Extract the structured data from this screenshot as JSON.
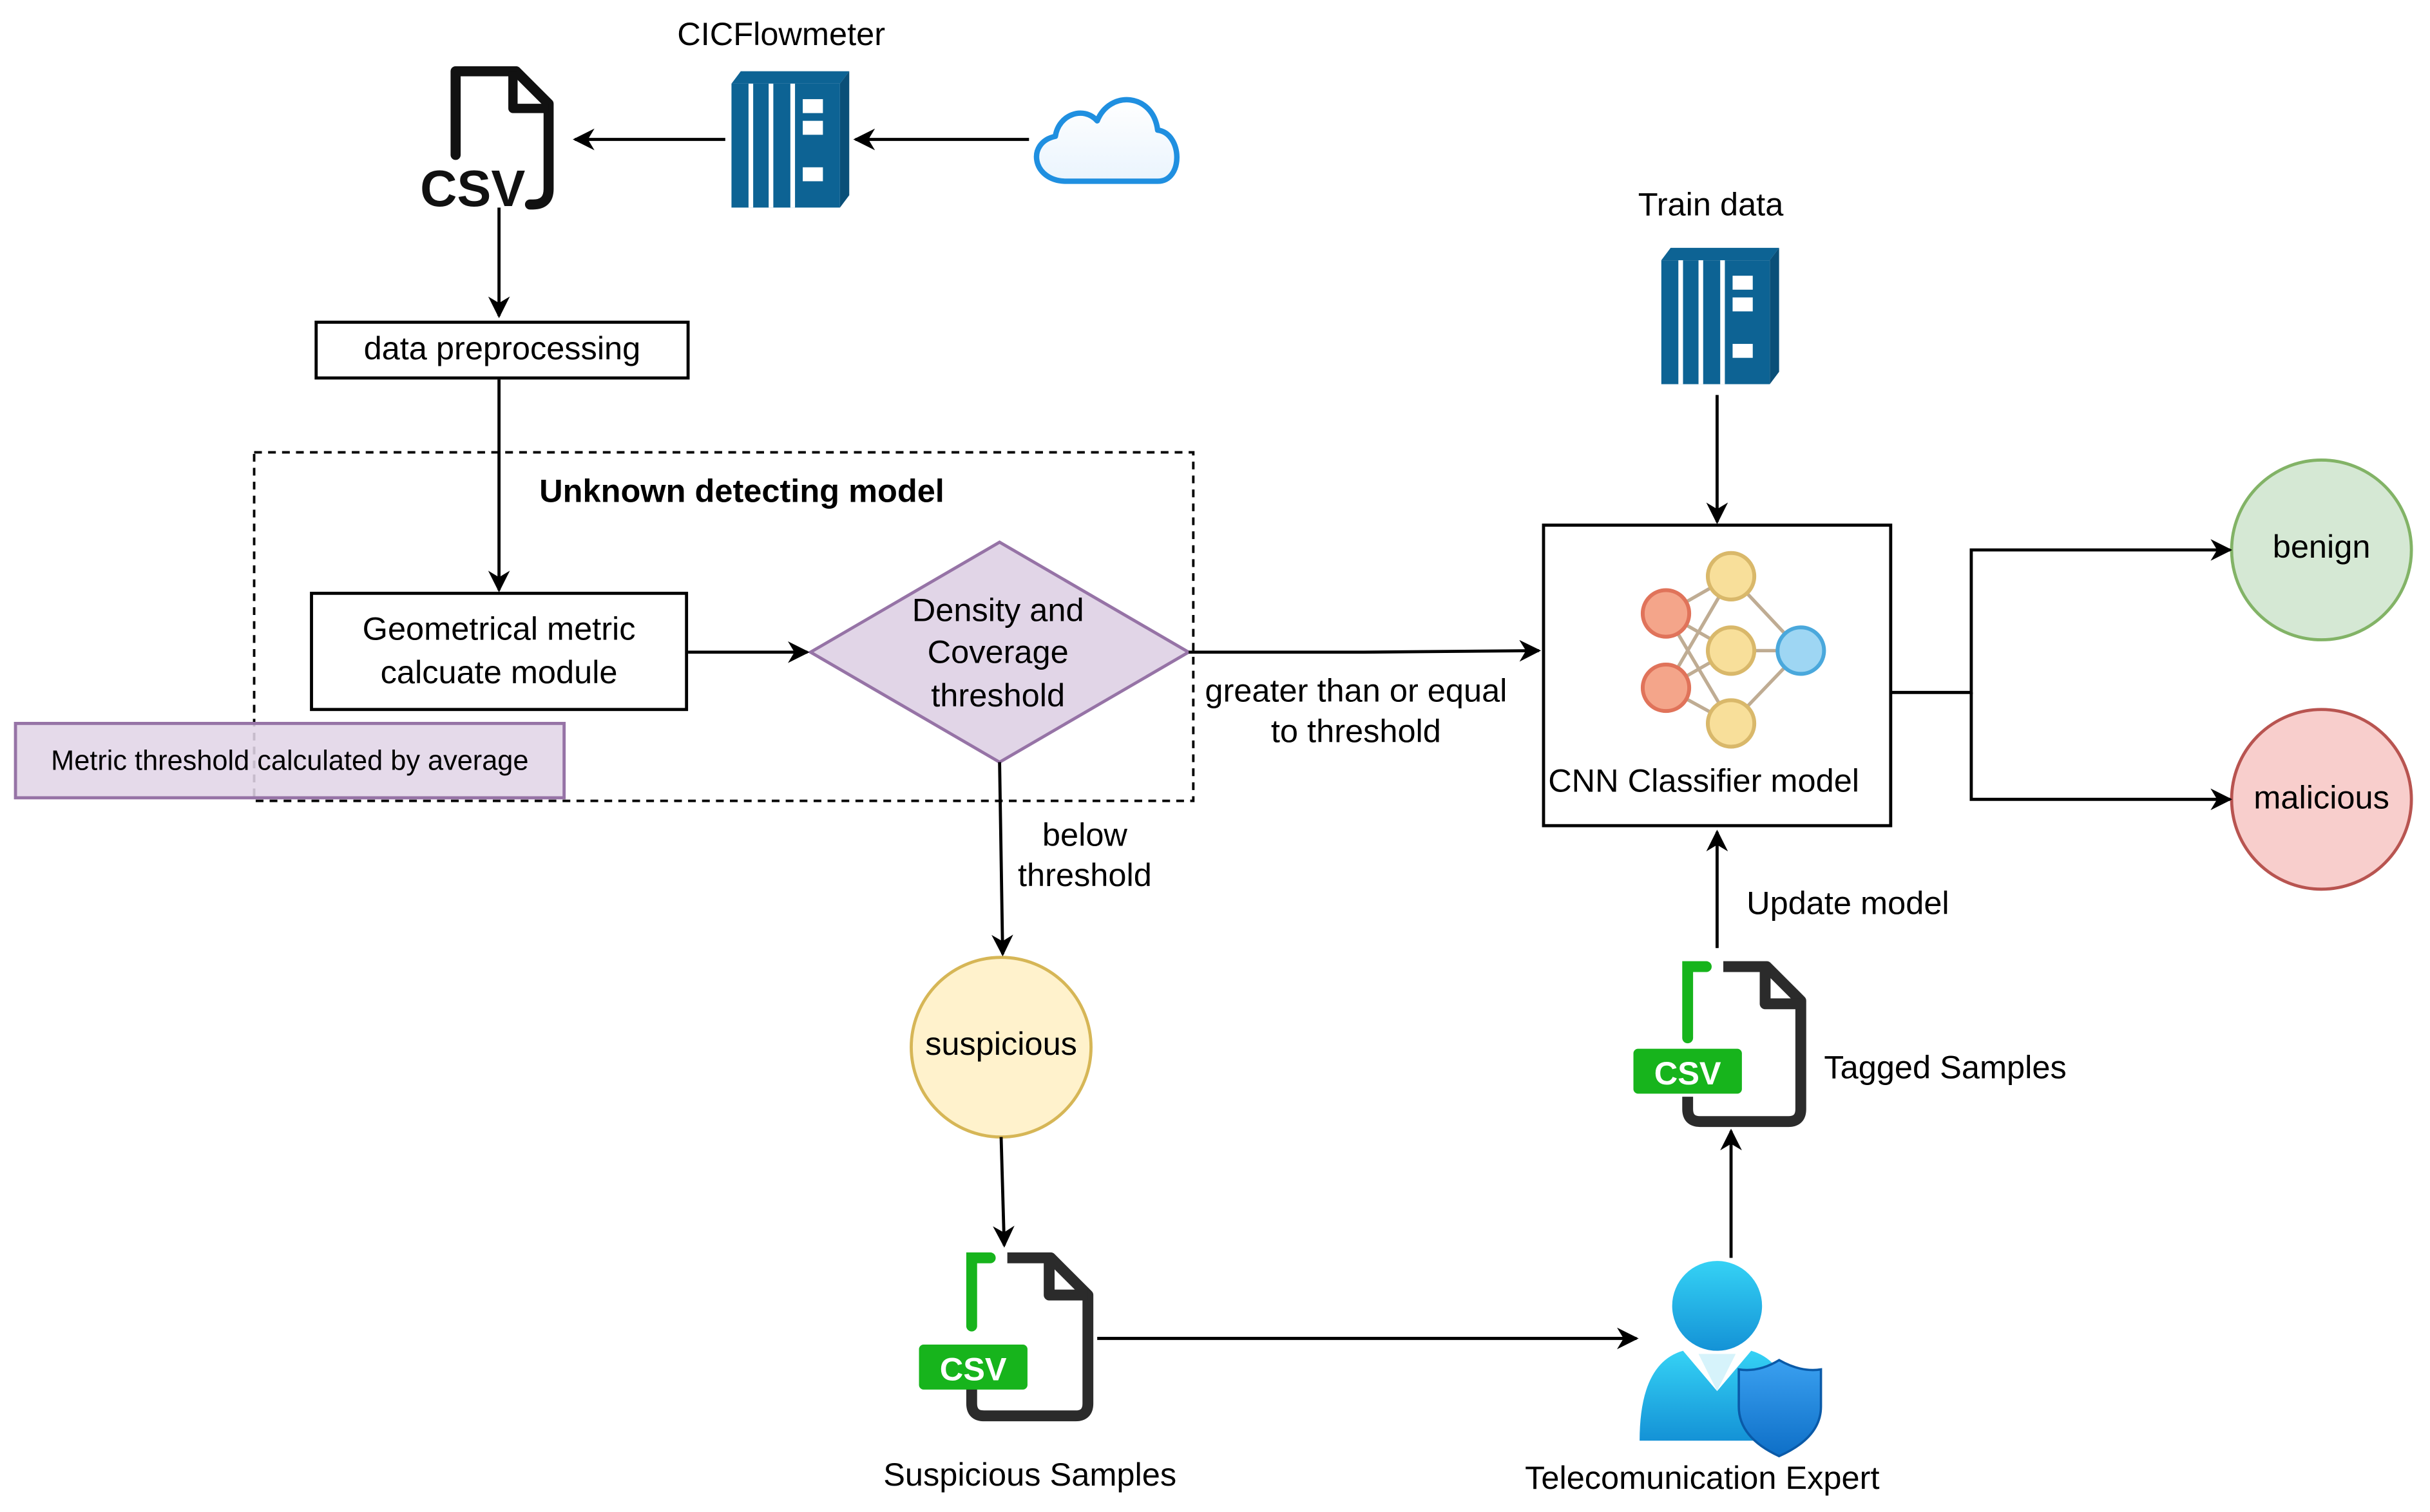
{
  "labels": {
    "cicflowmeter": "CICFlowmeter",
    "train_data": "Train data",
    "data_preprocessing": "data preprocessing",
    "unknown_model": "Unknown detecting model",
    "geometrical_module": "Geometrical metric calcuate module",
    "density_threshold": "Density and Coverage threshold",
    "metric_threshold": "Metric threshold calculated by average",
    "greater_equal": "greater than or equal to threshold",
    "below_threshold": "below threshold",
    "cnn_classifier": "CNN Classifier model",
    "benign": "benign",
    "malicious": "malicious",
    "update_model": "Update model",
    "tagged_samples": "Tagged Samples",
    "suspicious": "suspicious",
    "suspicious_samples": "Suspicious Samples",
    "telecom_expert": "Telecomunication Expert",
    "csv_file_text": "CSV",
    "csv_badge_text": "CSV"
  },
  "icons": {
    "cloud": "cloud-icon",
    "server": "server-icon",
    "csv_file": "csv-file-icon",
    "neural_network": "neural-network-icon",
    "expert": "expert-user-icon",
    "shield": "shield-icon"
  },
  "colors": {
    "server_blue": "#0d6394",
    "cloud_blue": "#1f8fe0",
    "diamond_fill": "#e1d5e7",
    "diamond_stroke": "#9673a6",
    "benign_fill": "#d5e8d4",
    "benign_stroke": "#82b366",
    "malicious_fill": "#f8cecc",
    "malicious_stroke": "#b85450",
    "suspicious_fill": "#fff2cc",
    "suspicious_stroke": "#d6b656",
    "csv_green": "#17b41c"
  }
}
